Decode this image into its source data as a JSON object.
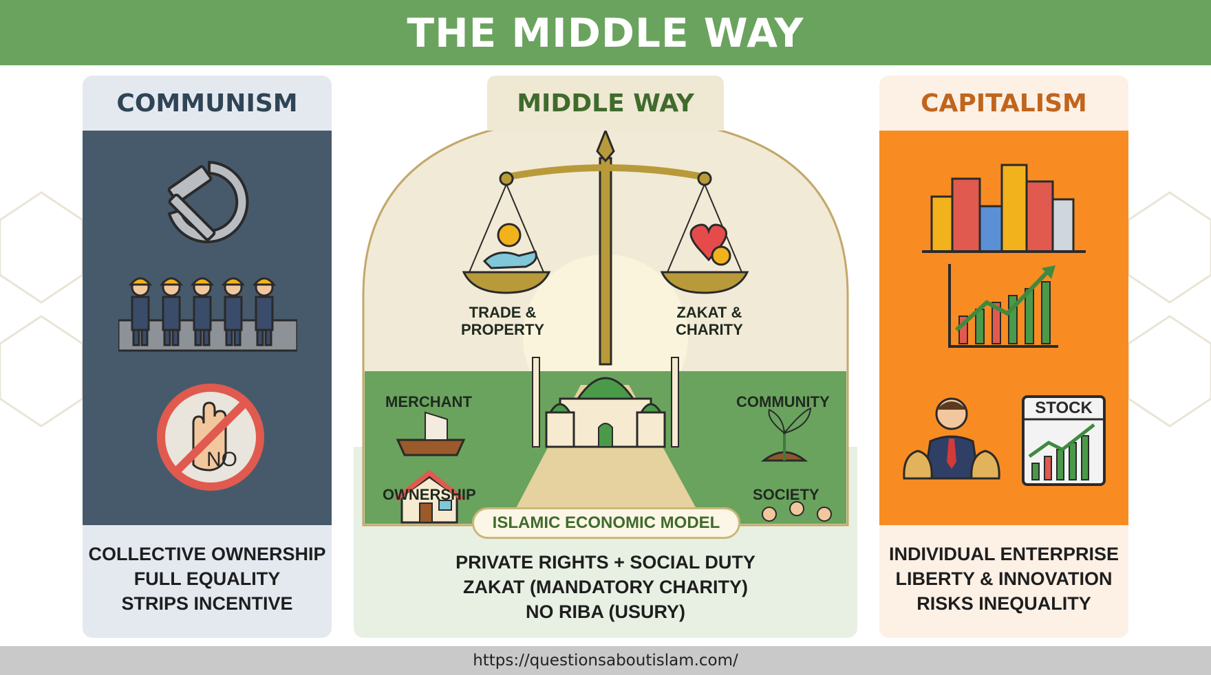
{
  "header": {
    "title": "THE MIDDLE WAY"
  },
  "communism": {
    "title": "COMMUNISM",
    "icons": [
      "hammer-sickle-icon",
      "workers-factory-icon",
      "no-hand-icon"
    ],
    "no_badge": "NO",
    "bullets": [
      "COLLECTIVE OWNERSHIP",
      "FULL EQUALITY",
      "STRIPS INCENTIVE"
    ]
  },
  "middle_way": {
    "title": "MIDDLE WAY",
    "scale_left": [
      "TRADE &",
      "PROPERTY"
    ],
    "scale_right": [
      "ZAKAT &",
      "CHARITY"
    ],
    "labels": {
      "merchant": "MERCHANT",
      "ownership": "OWNERSHIP",
      "community": "COMMUNITY",
      "society": "SOCIETY"
    },
    "model_label": "ISLAMIC ECONOMIC MODEL",
    "bullets": [
      "PRIVATE RIGHTS + SOCIAL DUTY",
      "ZAKAT (MANDATORY CHARITY)",
      "NO RIBA (USURY)"
    ]
  },
  "capitalism": {
    "title": "CAPITALISM",
    "icons": [
      "city-skyline-icon",
      "rising-chart-icon",
      "businessman-icon",
      "stock-chart-icon"
    ],
    "stock_label": "STOCK",
    "bullets": [
      "INDIVIDUAL ENTERPRISE",
      "LIBERTY & INNOVATION",
      "RISKS INEQUALITY"
    ]
  },
  "footer": {
    "url": "https://questionsaboutislam.com/"
  },
  "colors": {
    "header_green": "#6aa35e",
    "communism_panel": "#475a6b",
    "capitalism_panel": "#f88c22",
    "middle_green": "#6aa35e"
  }
}
